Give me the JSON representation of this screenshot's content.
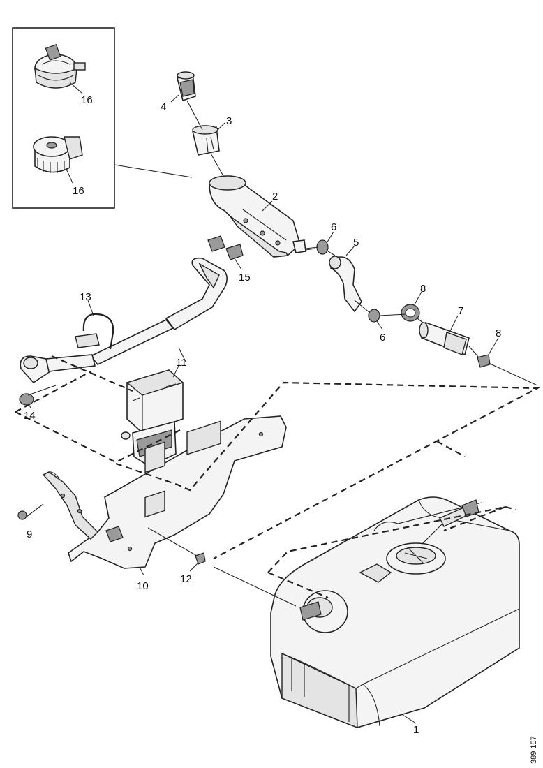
{
  "diagram": {
    "ref_number": "389 157",
    "callouts": [
      {
        "id": "c1",
        "label": "1"
      },
      {
        "id": "c2",
        "label": "2"
      },
      {
        "id": "c3",
        "label": "3"
      },
      {
        "id": "c4",
        "label": "4"
      },
      {
        "id": "c5",
        "label": "5"
      },
      {
        "id": "c6a",
        "label": "6"
      },
      {
        "id": "c6b",
        "label": "6"
      },
      {
        "id": "c7",
        "label": "7"
      },
      {
        "id": "c8a",
        "label": "8"
      },
      {
        "id": "c8b",
        "label": "8"
      },
      {
        "id": "c9",
        "label": "9"
      },
      {
        "id": "c10",
        "label": "10"
      },
      {
        "id": "c11",
        "label": "11"
      },
      {
        "id": "c12",
        "label": "12"
      },
      {
        "id": "c13",
        "label": "13"
      },
      {
        "id": "c14",
        "label": "14"
      },
      {
        "id": "c15",
        "label": "15"
      },
      {
        "id": "c16a",
        "label": "16"
      },
      {
        "id": "c16b",
        "label": "16"
      }
    ]
  }
}
